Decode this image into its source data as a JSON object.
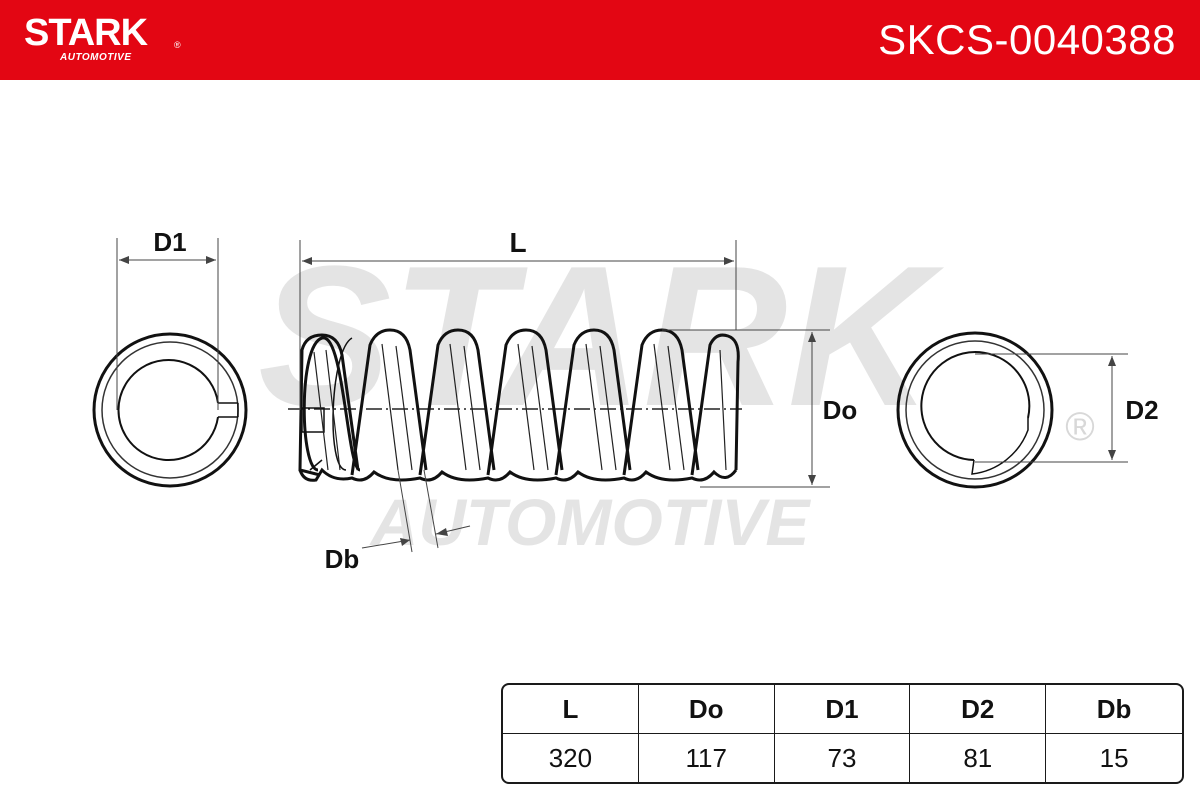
{
  "header": {
    "brand": "STARK",
    "brand_sub": "AUTOMOTIVE",
    "registered_mark": "®",
    "part_number": "SKCS-0040388",
    "background_color": "#e30613"
  },
  "watermark": {
    "main": "STARK",
    "sub": "AUTOMOTIVE",
    "registered_mark": "®"
  },
  "labels": {
    "d1": "D1",
    "l": "L",
    "do": "Do",
    "d2": "D2",
    "db": "Db"
  },
  "spec_table": {
    "headers": [
      "L",
      "Do",
      "D1",
      "D2",
      "Db"
    ],
    "values": [
      "320",
      "117",
      "73",
      "81",
      "15"
    ]
  }
}
